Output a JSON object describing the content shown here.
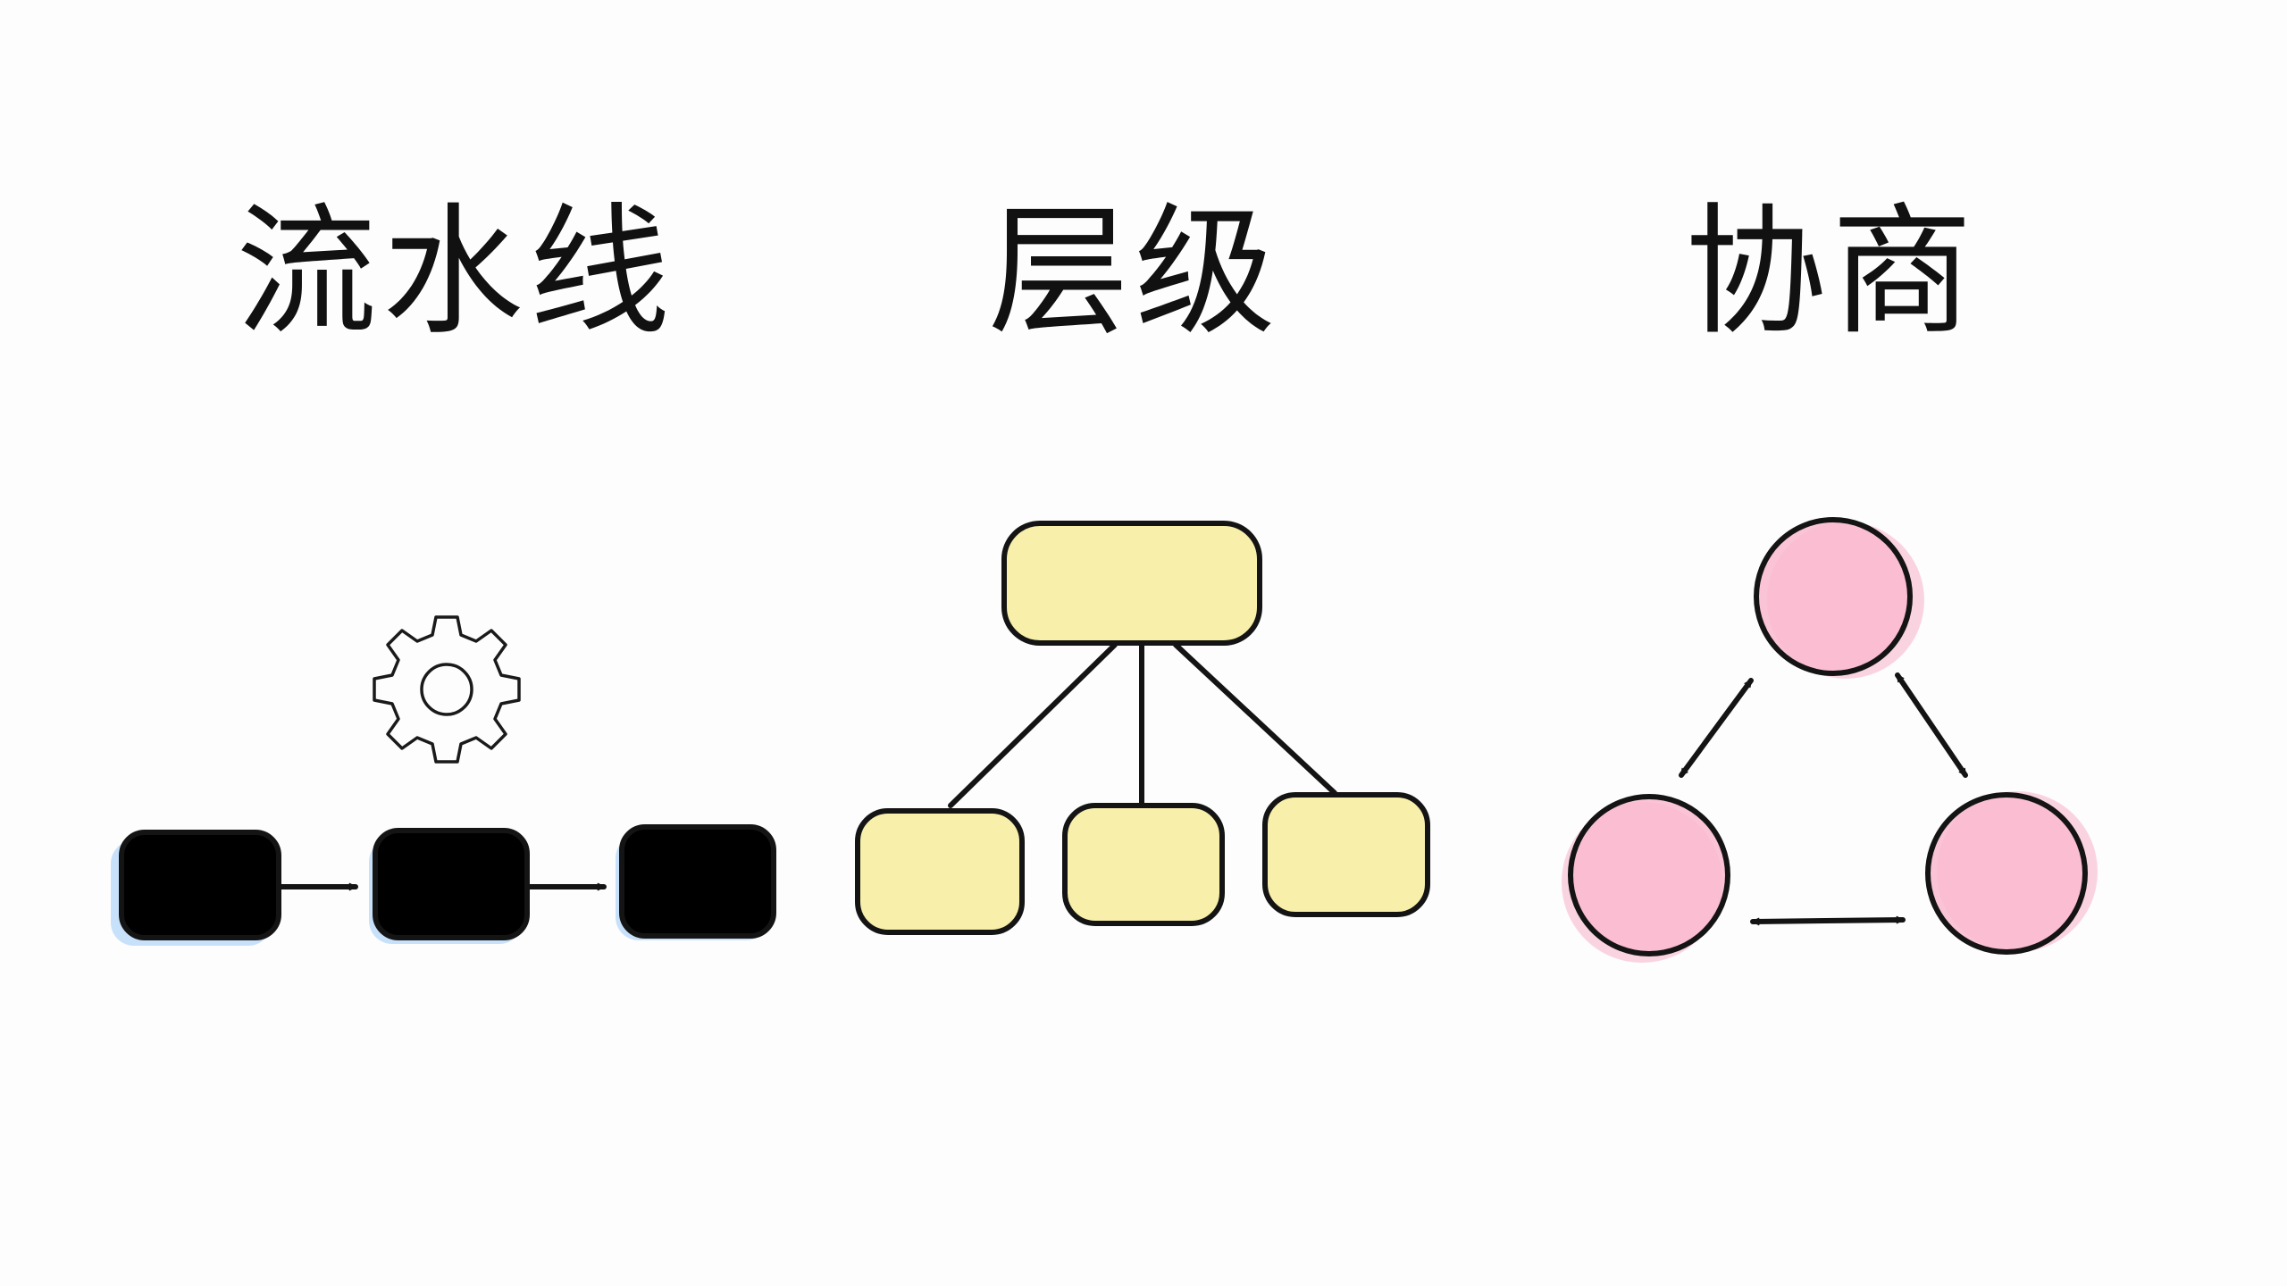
{
  "panels": [
    {
      "key": "pipeline",
      "title": "流水线",
      "color": "#9ccbf7",
      "shape": "rounded-box"
    },
    {
      "key": "hierarchy",
      "title": "层级",
      "color": "#f8efaa",
      "shape": "rounded-box"
    },
    {
      "key": "negotiate",
      "title": "协商",
      "color": "#f9b8cf",
      "shape": "circle"
    }
  ],
  "icons": [
    "gear-icon"
  ]
}
